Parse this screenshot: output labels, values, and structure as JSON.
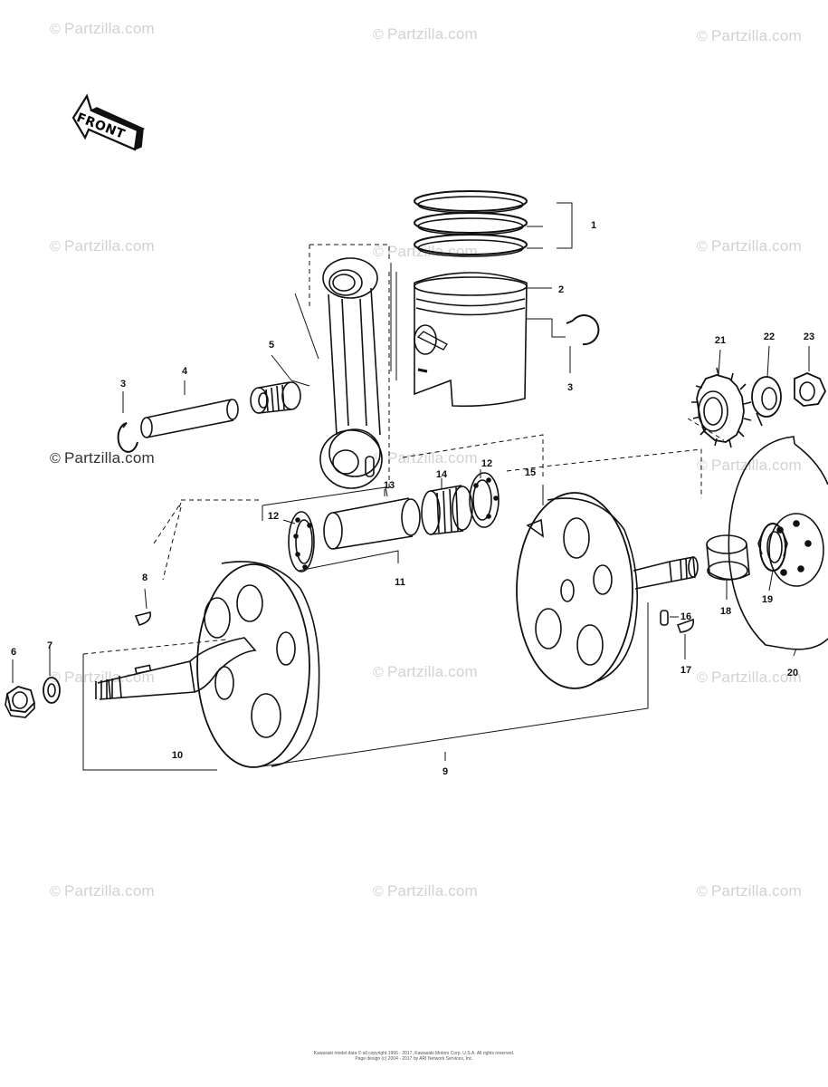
{
  "front_arrow_label": "FRONT",
  "watermark_text": "Partzilla.com",
  "watermark_symbol": "©",
  "callouts": {
    "c1": "1",
    "c2": "2",
    "c3a": "3",
    "c3b": "3",
    "c4": "4",
    "c5": "5",
    "c6": "6",
    "c7": "7",
    "c8": "8",
    "c9": "9",
    "c10": "10",
    "c11": "11",
    "c12a": "12",
    "c12b": "12",
    "c13": "13",
    "c14": "14",
    "c15": "15",
    "c16": "16",
    "c17": "17",
    "c18": "18",
    "c19": "19",
    "c20": "20",
    "c21": "21",
    "c22": "22",
    "c23": "23"
  },
  "footer_line1": "Kawasaki model data © all copyright 1966 - 2017, Kawasaki Motors Corp. U.S.A. All rights reserved.",
  "footer_line2": "Page design (c) 2004 - 2017 by ARI Network Services, Inc.",
  "colors": {
    "line": "#111111",
    "watermark": "#d2d2d2",
    "background": "#ffffff"
  }
}
